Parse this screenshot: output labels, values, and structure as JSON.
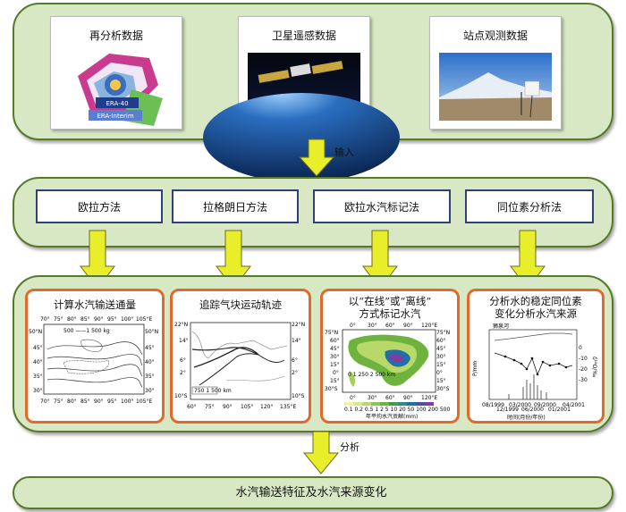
{
  "sources": {
    "reanalysis": {
      "title": "再分析数据",
      "badge1": "ERA-40",
      "badge2": "ERA-Interim"
    },
    "satellite": {
      "title": "卫星遥感数据"
    },
    "station": {
      "title": "站点观测数据"
    }
  },
  "arrow1_label": "输入",
  "methods": [
    "欧拉方法",
    "拉格朗日方法",
    "欧拉水汽标记法",
    "同位素分析法"
  ],
  "results": {
    "r1": {
      "title": "计算水汽输送通量",
      "lon_labels": [
        "70°",
        "75°",
        "80°",
        "85°",
        "90°",
        "95°",
        "100°",
        "105°E"
      ],
      "lat_labels": [
        "50°N",
        "45°",
        "40°",
        "35°",
        "30°"
      ],
      "legend": "500 ——1 500 kg"
    },
    "r2": {
      "title": "追踪气块运动轨迹",
      "lon_labels": [
        "60°",
        "75°",
        "90°",
        "105°",
        "120°",
        "135°E"
      ],
      "lat_labels": [
        "22°N",
        "14°",
        "6°",
        "2°",
        "10°S"
      ],
      "legend": "750 1 500 km"
    },
    "r3": {
      "title_line1": "以“在线”或“离线”",
      "title_line2": "方式标记水汽",
      "lon_top": [
        "0°",
        "30°",
        "60°",
        "90°",
        "120°E"
      ],
      "lon_bottom": [
        "0°",
        "30°",
        "60°",
        "90°",
        "120°E"
      ],
      "lat_labels": [
        "75°N",
        "60°",
        "45°",
        "30°",
        "15°",
        "0°",
        "15°",
        "30°S"
      ],
      "cbar_ticks": "0.1 0.2 0.5 1 2 5 10 20 50 100 200 500",
      "cbar_label": "年平均水汽贡献(mm)",
      "scale": "0 1 250 2 500 km"
    },
    "r4": {
      "title_line1": "分析水的稳定同位素",
      "title_line2": "变化分析水汽来源",
      "site": "狮泉河",
      "y_left": "P/mm",
      "y_right": "δ¹⁸O/‰",
      "x_label": "时间(月份/年份)",
      "x_ticks": [
        "08/1999",
        "12/1999",
        "03/2000",
        "06/2000",
        "09/2000",
        "01/2001",
        "04/2001"
      ],
      "right_ticks": [
        "0",
        "-10",
        "-20",
        "-30"
      ]
    }
  },
  "arrow2_label": "分析",
  "final_label": "水汽输送特征及水汽来源变化",
  "colors": {
    "band_fill": "#d9e8c4",
    "band_border": "#557a2a",
    "method_border": "#2f3f7c",
    "result_border": "#e06a2c",
    "arrow_fill": "#e8ee2a"
  }
}
